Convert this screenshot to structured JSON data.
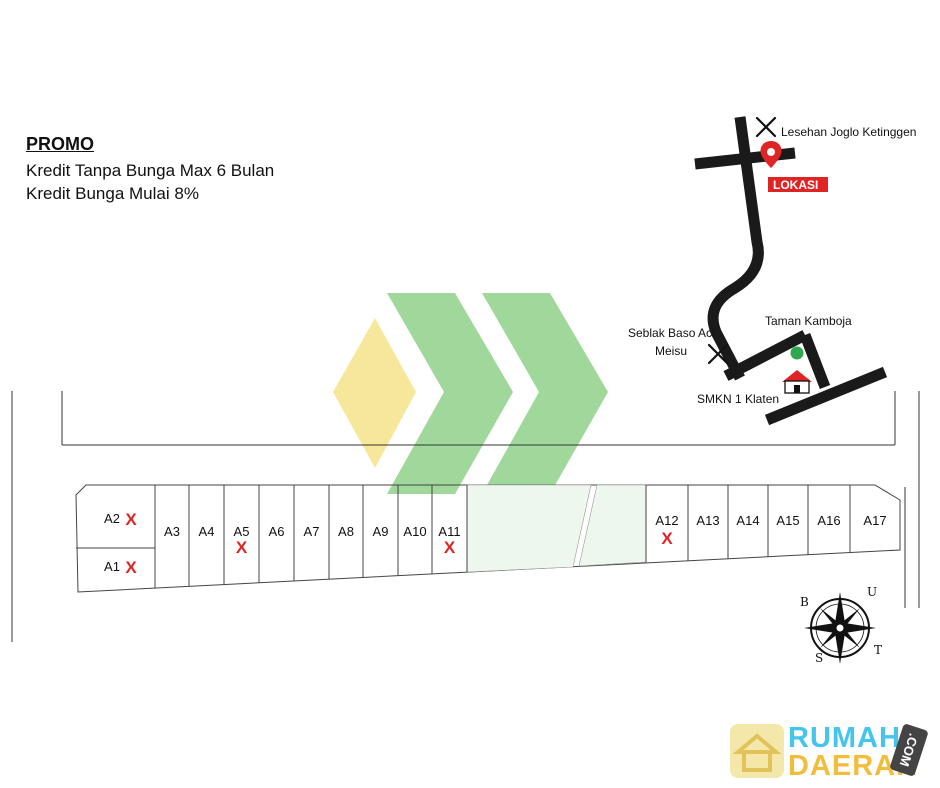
{
  "promo": {
    "title": "PROMO",
    "lines": [
      "Kredit Tanpa Bunga Max 6 Bulan",
      "Kredit Bunga Mulai 8%"
    ]
  },
  "locator": {
    "landmarks": {
      "lesehan": "Lesehan Joglo Ketinggen",
      "lokasi": "LOKASI",
      "seblak_1": "Seblak Baso Aci",
      "seblak_2": "Meisu",
      "taman": "Taman Kamboja",
      "smkn": "SMKN 1 Klaten"
    }
  },
  "plots": {
    "upper_row": [
      {
        "label": "A2",
        "sold": true
      },
      {
        "label": "A3",
        "sold": false
      },
      {
        "label": "A4",
        "sold": false
      },
      {
        "label": "A5",
        "sold": true
      },
      {
        "label": "A6",
        "sold": false
      },
      {
        "label": "A7",
        "sold": false
      },
      {
        "label": "A8",
        "sold": false
      },
      {
        "label": "A9",
        "sold": false
      },
      {
        "label": "A10",
        "sold": false
      },
      {
        "label": "A11",
        "sold": true
      },
      {
        "label": "A12",
        "sold": true
      },
      {
        "label": "A13",
        "sold": false
      },
      {
        "label": "A14",
        "sold": false
      },
      {
        "label": "A15",
        "sold": false
      },
      {
        "label": "A16",
        "sold": false
      },
      {
        "label": "A17",
        "sold": false
      }
    ],
    "lower_row": [
      {
        "label": "A1",
        "sold": true
      }
    ],
    "sold_mark": "X"
  },
  "compass": {
    "letters": [
      "U",
      "T",
      "S",
      "B"
    ]
  },
  "logo": {
    "line1": "RUMAH",
    "line2": "DAERAH",
    "suffix": ".COM"
  },
  "colors": {
    "road": "#1a1a1a",
    "pin": "#e02424",
    "lokasi_bg": "#e02424",
    "park": "#2fa84f",
    "arrow_green": "#9fd89a",
    "arrow_yellow": "#f7e79a",
    "sold_x": "#e02424",
    "open_space": "#eef7ee"
  }
}
